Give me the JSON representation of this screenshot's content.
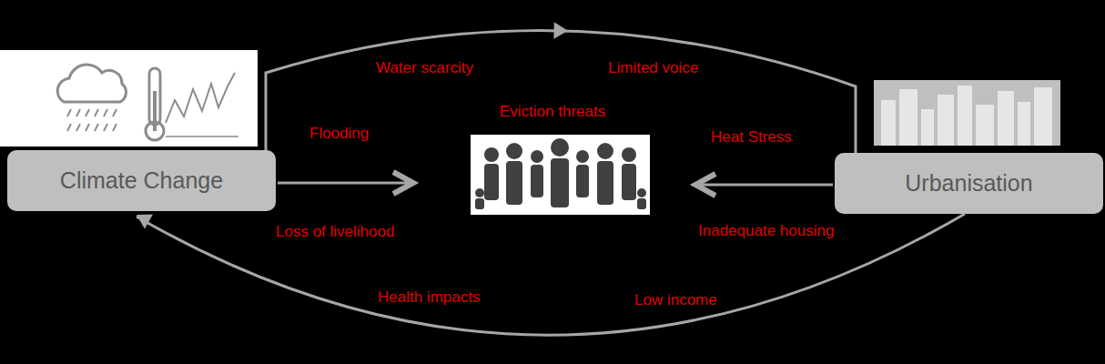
{
  "diagram": {
    "nodes": [
      {
        "text": [
          "Climate Change"
        ]
      },
      {
        "text": [
          "Urbanisation"
        ]
      }
    ],
    "edges": [
      {
        "from": 0,
        "to": 1,
        "arrow": "to"
      },
      {
        "from": 1,
        "to": 0,
        "arrow": "to"
      }
    ],
    "labels": [
      "Water scarcity",
      "Limited  voice",
      "Eviction threats",
      "Flooding",
      "Heat Stress",
      "Loss of livelihood",
      "Inadequate housing",
      "Health impacts",
      "Low income"
    ]
  }
}
